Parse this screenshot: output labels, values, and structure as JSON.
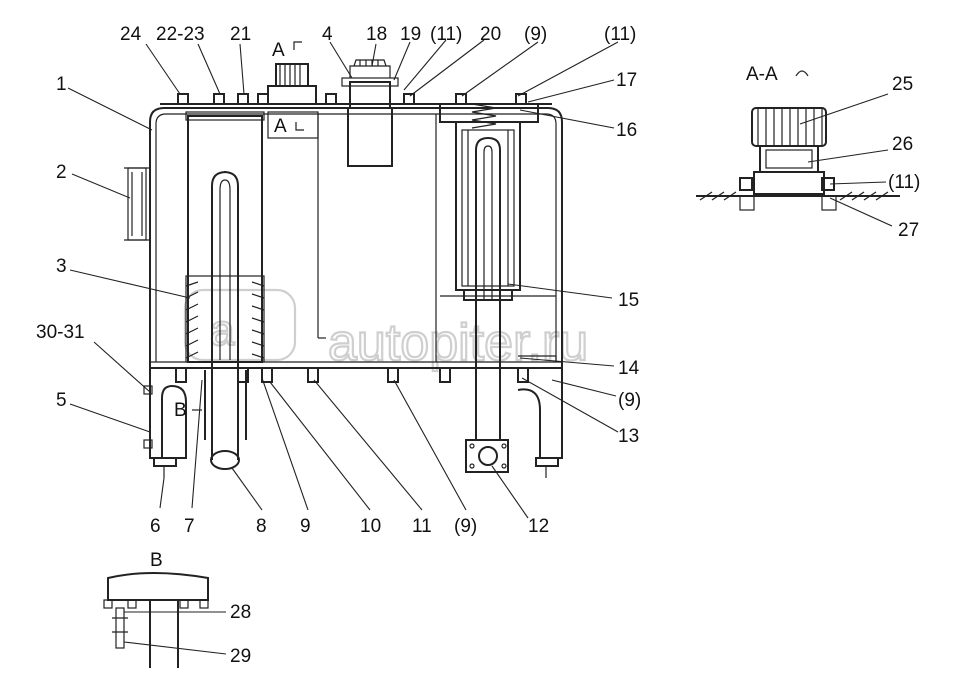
{
  "watermark": "autopiter.ru",
  "callouts": {
    "c1": "1",
    "c2": "2",
    "c3": "3",
    "c4": "4",
    "c5": "5",
    "c6": "6",
    "c7": "7",
    "c8": "8",
    "c9": "9",
    "c10": "10",
    "c11": "11",
    "c12": "12",
    "c13": "13",
    "c14": "14",
    "c15": "15",
    "c16": "16",
    "c17": "17",
    "c18": "18",
    "c19": "19",
    "c20": "20",
    "c21": "21",
    "c22_23": "22-23",
    "c24": "24",
    "c25": "25",
    "c26": "26",
    "c27": "27",
    "c28": "28",
    "c29": "29",
    "c30_31": "30-31",
    "c11_top": "(11)",
    "c9_top": "(9)",
    "c11_topright": "(11)",
    "c9_right": "(9)",
    "c9_bottom": "(9)",
    "c11_detail": "(11)"
  },
  "section_marks": {
    "a_top": "A",
    "a_lower": "A",
    "b_mark": "B",
    "aa_title": "A-A",
    "b_title": "B"
  }
}
